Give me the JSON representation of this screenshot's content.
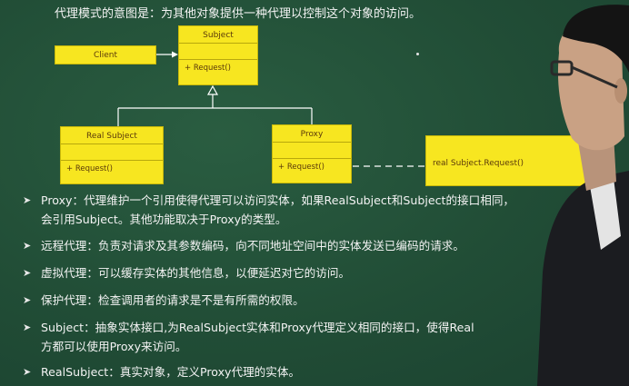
{
  "title": "代理模式的意图是：为其他对象提供一种代理以控制这个对象的访问。",
  "diagram": {
    "client": "Client",
    "subject": {
      "name": "Subject",
      "op": "+ Request()"
    },
    "real_subject": {
      "name": "Real Subject",
      "op": "+ Request()"
    },
    "proxy": {
      "name": "Proxy",
      "op": "+ Request()"
    },
    "note": "real Subject.Request()"
  },
  "bullets": [
    {
      "line1": "Proxy：代理维护一个引用使得代理可以访问实体，如果RealSubject和Subject的接口相同，",
      "line2": "会引用Subject。其他功能取决于Proxy的类型。"
    },
    {
      "line1": "远程代理：负责对请求及其参数编码，向不同地址空间中的实体发送已编码的请求。",
      "line2": ""
    },
    {
      "line1": "虚拟代理：可以缓存实体的其他信息，以便延迟对它的访问。",
      "line2": ""
    },
    {
      "line1": "保护代理：检查调用者的请求是不是有所需的权限。",
      "line2": ""
    },
    {
      "line1": "Subject：抽象实体接口,为RealSubject实体和Proxy代理定义相同的接口，使得Real",
      "line2": "方都可以使用Proxy来访问。"
    },
    {
      "line1": "RealSubject：真实对象，定义Proxy代理的实体。",
      "line2": ""
    }
  ],
  "colors": {
    "board": "#214d36",
    "box": "#f7e620",
    "text": "#f3f3f3"
  }
}
